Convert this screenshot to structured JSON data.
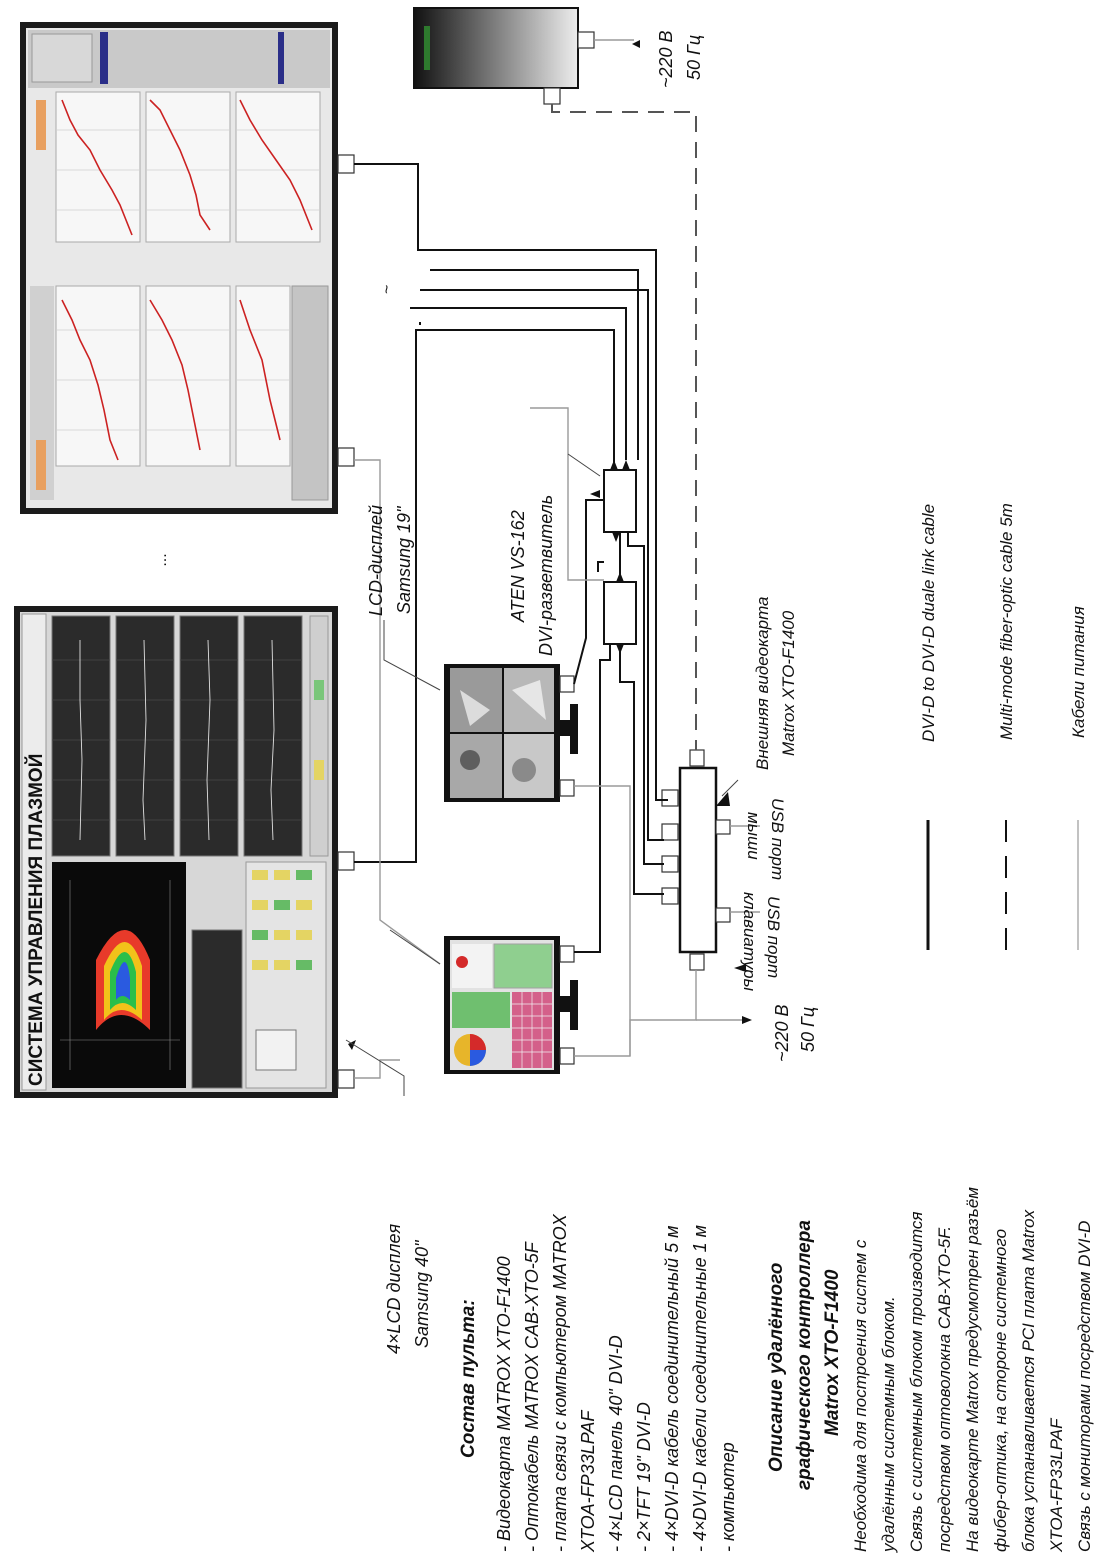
{
  "screens": {
    "control_title": "СИСТЕМА УПРАВЛЕНИЯ ПЛАЗМОЙ",
    "ellipsis": "..."
  },
  "labels": {
    "lcd_wall": [
      "4×LCD дисплея",
      "Samsung 40\""
    ],
    "lcd_monitor": [
      "LCD-дисплей",
      "Samsung 19\""
    ],
    "splitter": [
      "ATEN VS-162",
      "DVI-разветвитель"
    ],
    "graphics_card": [
      "Внешняя видеокарта",
      "Matrox XTO-F1400"
    ],
    "usb_mouse": [
      "USB порт",
      "мыши"
    ],
    "usb_keyboard": [
      "USB порт",
      "клавиатуры"
    ],
    "power_top": [
      "~220 В",
      "50 Гц"
    ],
    "power_bottom": [
      "~220 В",
      "50 Гц"
    ],
    "small_mark": "~"
  },
  "legend": {
    "dvi": "DVI-D to DVI-D duale link cable",
    "fiber": "Multi-mode fiber-optic cable 5m",
    "power": "Кабели питания"
  },
  "composition": {
    "title": "Состав пульта:",
    "items": [
      "- Видеокарта MATROX XTO-F1400",
      "- Оптокабель MATROX CAB-XTO-5F",
      "- плата связи с компьютером MATROX",
      "XTOA-FP33LPAF",
      "- 4×LCD панель 40\" DVI-D",
      "- 2×TFT 19\" DVI-D",
      "- 4×DVI-D кабель соединительный 5 м",
      "- 4×DVI-D кабели соединительные 1 м",
      "- компьютер"
    ]
  },
  "description": {
    "title": [
      "Описание удалённого",
      "графического контроллера",
      "Matrox XTO-F1400"
    ],
    "lines": [
      "Необходима для построения систем с",
      "удалённым системным блоком.",
      "Связь с системным блоком производится",
      "посредством оптоволокна CAB-XTO-5F.",
      "На видеокарте Matrox предусмотрен разъём",
      "фибер-оптика, на стороне системного",
      "блока устанавливается PCI плата Matrox",
      "XTOA-FP33LPAF",
      "Связь с мониторами посредством DVI-D"
    ]
  },
  "colors": {
    "line": "#111111",
    "power_line": "#9a9a9a",
    "chart_red": "#cc2222",
    "plasma_bg": "#0a0a0a"
  }
}
